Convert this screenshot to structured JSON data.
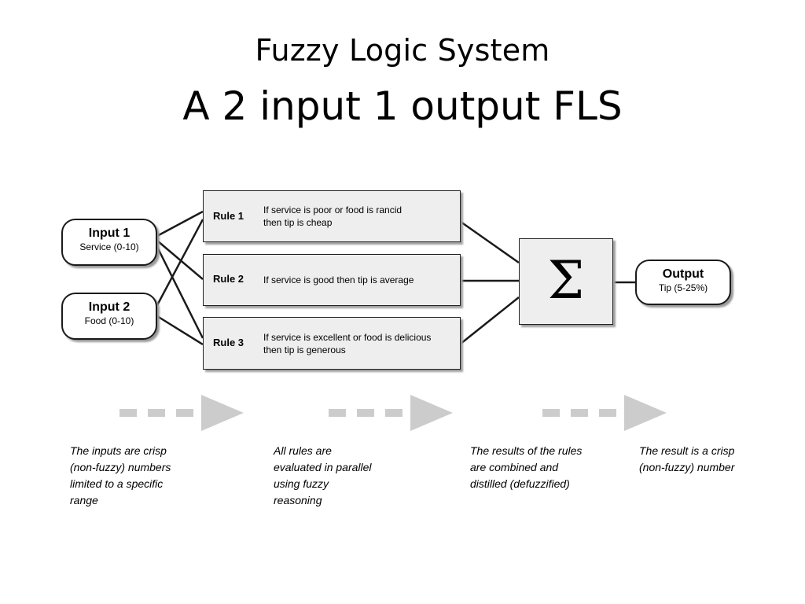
{
  "title": "Fuzzy Logic System",
  "subtitle": "A 2 input 1 output FLS",
  "inputs": [
    {
      "label": "Input 1",
      "sub": "Service (0-10)"
    },
    {
      "label": "Input 2",
      "sub": "Food (0-10)"
    }
  ],
  "rules": [
    {
      "label": "Rule 1",
      "text_line1": "If service is poor or food is rancid",
      "text_line2": "then tip is cheap"
    },
    {
      "label": "Rule 2",
      "text_line1": "If service is good then tip is average",
      "text_line2": ""
    },
    {
      "label": "Rule 3",
      "text_line1": "If service is excellent or food is delicious",
      "text_line2": "then tip is generous"
    }
  ],
  "aggregator_symbol": "Σ",
  "output": {
    "label": "Output",
    "sub": "Tip (5-25%)"
  },
  "captions": [
    [
      "The inputs are crisp",
      "(non-fuzzy) numbers",
      "limited to a specific",
      "range"
    ],
    [
      "All rules are",
      "evaluated in parallel",
      "using fuzzy",
      "reasoning"
    ],
    [
      "The results of the rules",
      "are combined and",
      "distilled (defuzzified)"
    ],
    [
      "The result is  a crisp",
      "(non-fuzzy) number"
    ]
  ],
  "colors": {
    "stage_arrow": "#cccccc",
    "rule_fill": "#eeeeee",
    "line": "#1a1a1a"
  }
}
